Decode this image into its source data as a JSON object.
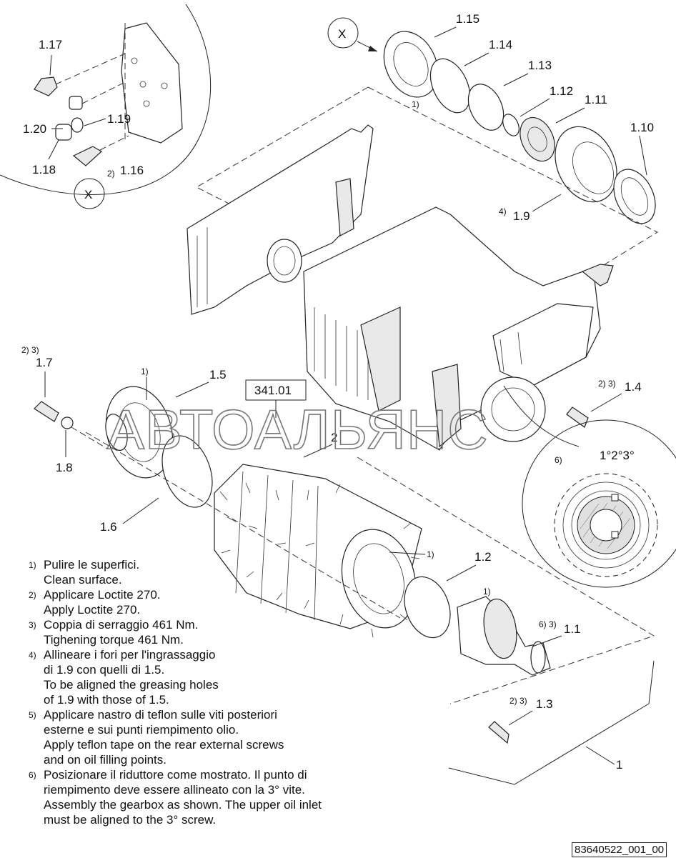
{
  "callouts": {
    "c1_17": "1.17",
    "c1_20": "1.20",
    "c1_19": "1.19",
    "c1_18": "1.18",
    "c1_16": "1.16",
    "c1_15": "1.15",
    "c1_14": "1.14",
    "c1_13": "1.13",
    "c1_12": "1.12",
    "c1_11": "1.11",
    "c1_10": "1.10",
    "c1_9": "1.9",
    "c1_7": "1.7",
    "c1_8": "1.8",
    "c1_5": "1.5",
    "c1_6": "1.6",
    "c1_4": "1.4",
    "c1_2": "1.2",
    "c1_1": "1.1",
    "c1_3": "1.3",
    "c1": "1",
    "c2": "2"
  },
  "superscripts": {
    "s1_16": "2)",
    "s1_15": "1)",
    "s1_9": "4)",
    "s1_7": "2) 3)",
    "s1_5": "1)",
    "s1_4": "2) 3)",
    "s_drum": "1)",
    "s1_1_a": "1)",
    "s1_1_b": "6) 3)",
    "s1_3": "2) 3)",
    "s_detail": "6)"
  },
  "view_markers": {
    "x_top": "X",
    "x_bottom": "X"
  },
  "assembly_box": "341.01",
  "detail_degrees": "1°2°3°",
  "watermark": "АВТОАЛЬЯНС",
  "notes": [
    {
      "num": "1)",
      "lines": [
        "Pulire le superfici.",
        "Clean surface."
      ]
    },
    {
      "num": "2)",
      "lines": [
        "Applicare Loctite 270.",
        "Apply Loctite 270."
      ]
    },
    {
      "num": "3)",
      "lines": [
        "Coppia di serraggio 461 Nm.",
        "Tighening torque 461 Nm."
      ]
    },
    {
      "num": "4)",
      "lines": [
        "Allineare i fori per l'ingrassaggio",
        "di 1.9 con quelli di 1.5.",
        "To be aligned the greasing holes",
        "of 1.9 with those of 1.5."
      ]
    },
    {
      "num": "5)",
      "lines": [
        "Applicare nastro di teflon sulle viti posteriori",
        "esterne e sui punti riempimento olio.",
        "Apply teflon tape on the rear external screws",
        "and on oil filling points."
      ]
    },
    {
      "num": "6)",
      "lines": [
        "Posizionare il riduttore come mostrato. Il punto di",
        "riempimento deve essere allineato con la 3° vite.",
        "Assembly the gearbox as shown. The upper oil inlet",
        "must be aligned to the 3° screw."
      ]
    }
  ],
  "drawing_code": "83640522_001_00"
}
